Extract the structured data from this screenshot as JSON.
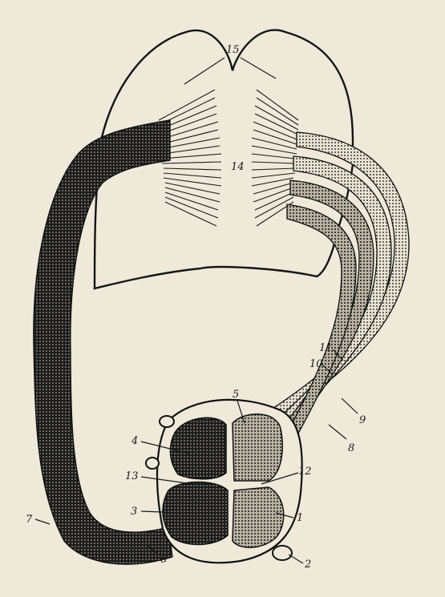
{
  "figure": {
    "colors": {
      "paper": "#efe9da",
      "ink": "#151515",
      "dark_tract": "#2a2a2a",
      "light_tract": "#bdb6a6",
      "medium_fill": "#8c857a"
    },
    "labels": [
      {
        "id": "label-1",
        "text": "1"
      },
      {
        "id": "label-2",
        "text": "2"
      },
      {
        "id": "label-3",
        "text": "3"
      },
      {
        "id": "label-4",
        "text": "4"
      },
      {
        "id": "label-5",
        "text": "5"
      },
      {
        "id": "label-6",
        "text": "6"
      },
      {
        "id": "label-7",
        "text": "7"
      },
      {
        "id": "label-8",
        "text": "8"
      },
      {
        "id": "label-9",
        "text": "9"
      },
      {
        "id": "label-10",
        "text": "10"
      },
      {
        "id": "label-11",
        "text": "11"
      },
      {
        "id": "label-12",
        "text": "12"
      },
      {
        "id": "label-13",
        "text": "13"
      },
      {
        "id": "label-14",
        "text": "14"
      },
      {
        "id": "label-15",
        "text": "15"
      }
    ]
  }
}
